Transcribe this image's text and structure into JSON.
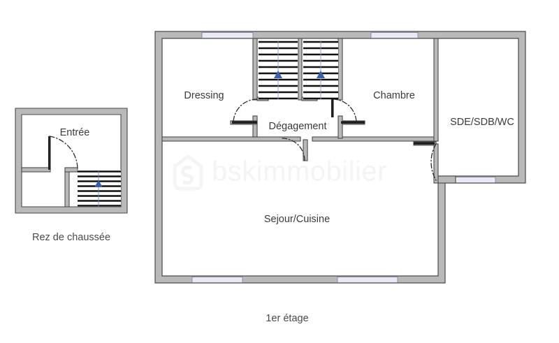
{
  "document": {
    "type": "floor-plan",
    "background_color": "#ffffff"
  },
  "colors": {
    "wall_fill": "#b9b9b9",
    "wall_stroke": "#4a4a4a",
    "window_fill": "#e8e9f2",
    "stair_line": "#111111",
    "stair_arrow": "#3a5fa8",
    "door_arc": "#2b2b2b",
    "text": "#3a3a3a",
    "watermark": "#f4f4f4"
  },
  "watermark": {
    "text": "bskimmobilier",
    "logo_name": "house-logo"
  },
  "plans": [
    {
      "id": "ground-floor",
      "caption": "Rez de chaussée",
      "rooms": [
        {
          "name": "entree",
          "label": "Entrée"
        }
      ],
      "features": [
        {
          "type": "stair",
          "label": "stair-up",
          "direction": "up"
        },
        {
          "type": "door",
          "label": "entry-door"
        }
      ]
    },
    {
      "id": "first-floor",
      "caption": "1er étage",
      "rooms": [
        {
          "name": "dressing",
          "label": "Dressing"
        },
        {
          "name": "degagement",
          "label": "Dégagement"
        },
        {
          "name": "chambre",
          "label": "Chambre"
        },
        {
          "name": "sde-sdb-wc",
          "label": "SDE/SDB/WC"
        },
        {
          "name": "sejour-cuisine",
          "label": "Sejour/Cuisine"
        }
      ],
      "features": [
        {
          "type": "stair",
          "label": "stair-run-left",
          "direction": "up"
        },
        {
          "type": "stair",
          "label": "stair-run-right",
          "direction": "up"
        },
        {
          "type": "door",
          "label": "dressing-door"
        },
        {
          "type": "door",
          "label": "chambre-door"
        },
        {
          "type": "door",
          "label": "degagement-door"
        },
        {
          "type": "door",
          "label": "sdb-door"
        }
      ]
    }
  ]
}
